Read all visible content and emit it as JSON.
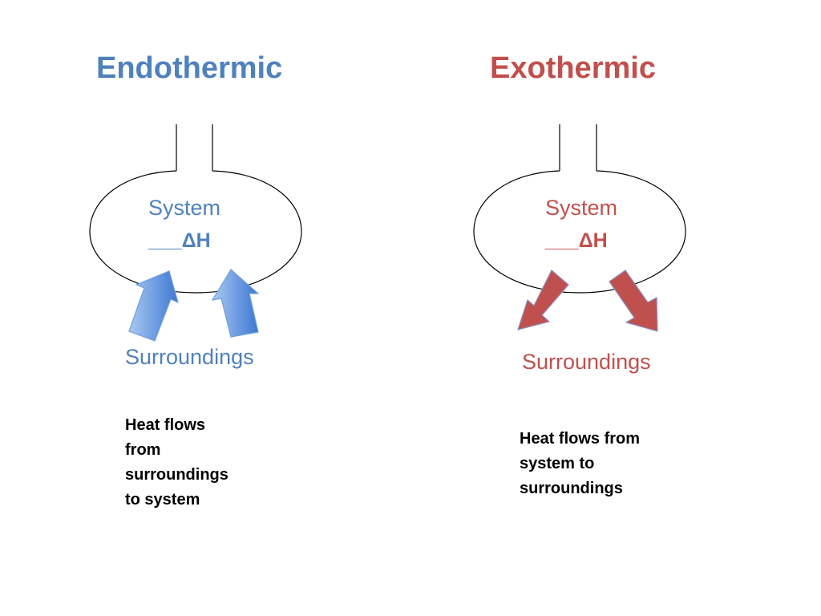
{
  "colors": {
    "endothermic": "#4f81bd",
    "exothermic": "#c0504d",
    "outline": "#000000",
    "endo_arrow_light": "#a9c8f2",
    "endo_arrow_dark": "#3c78d2",
    "endo_arrow_stroke": "#6f9fd8",
    "exo_arrow_fill": "#c0504d",
    "exo_arrow_stroke": "#8c8dbf"
  },
  "endothermic": {
    "title": "Endothermic",
    "system_label": "System",
    "delta_h_label": "___ΔH",
    "surroundings_label": "Surroundings",
    "description_lines": [
      "Heat flows",
      "from",
      "surroundings",
      "to system"
    ],
    "arrow_direction": "inward"
  },
  "exothermic": {
    "title": "Exothermic",
    "system_label": "System",
    "delta_h_label": "___ΔH",
    "surroundings_label": "Surroundings",
    "description_lines": [
      "Heat flows from",
      "system to",
      "surroundings"
    ],
    "arrow_direction": "outward"
  }
}
